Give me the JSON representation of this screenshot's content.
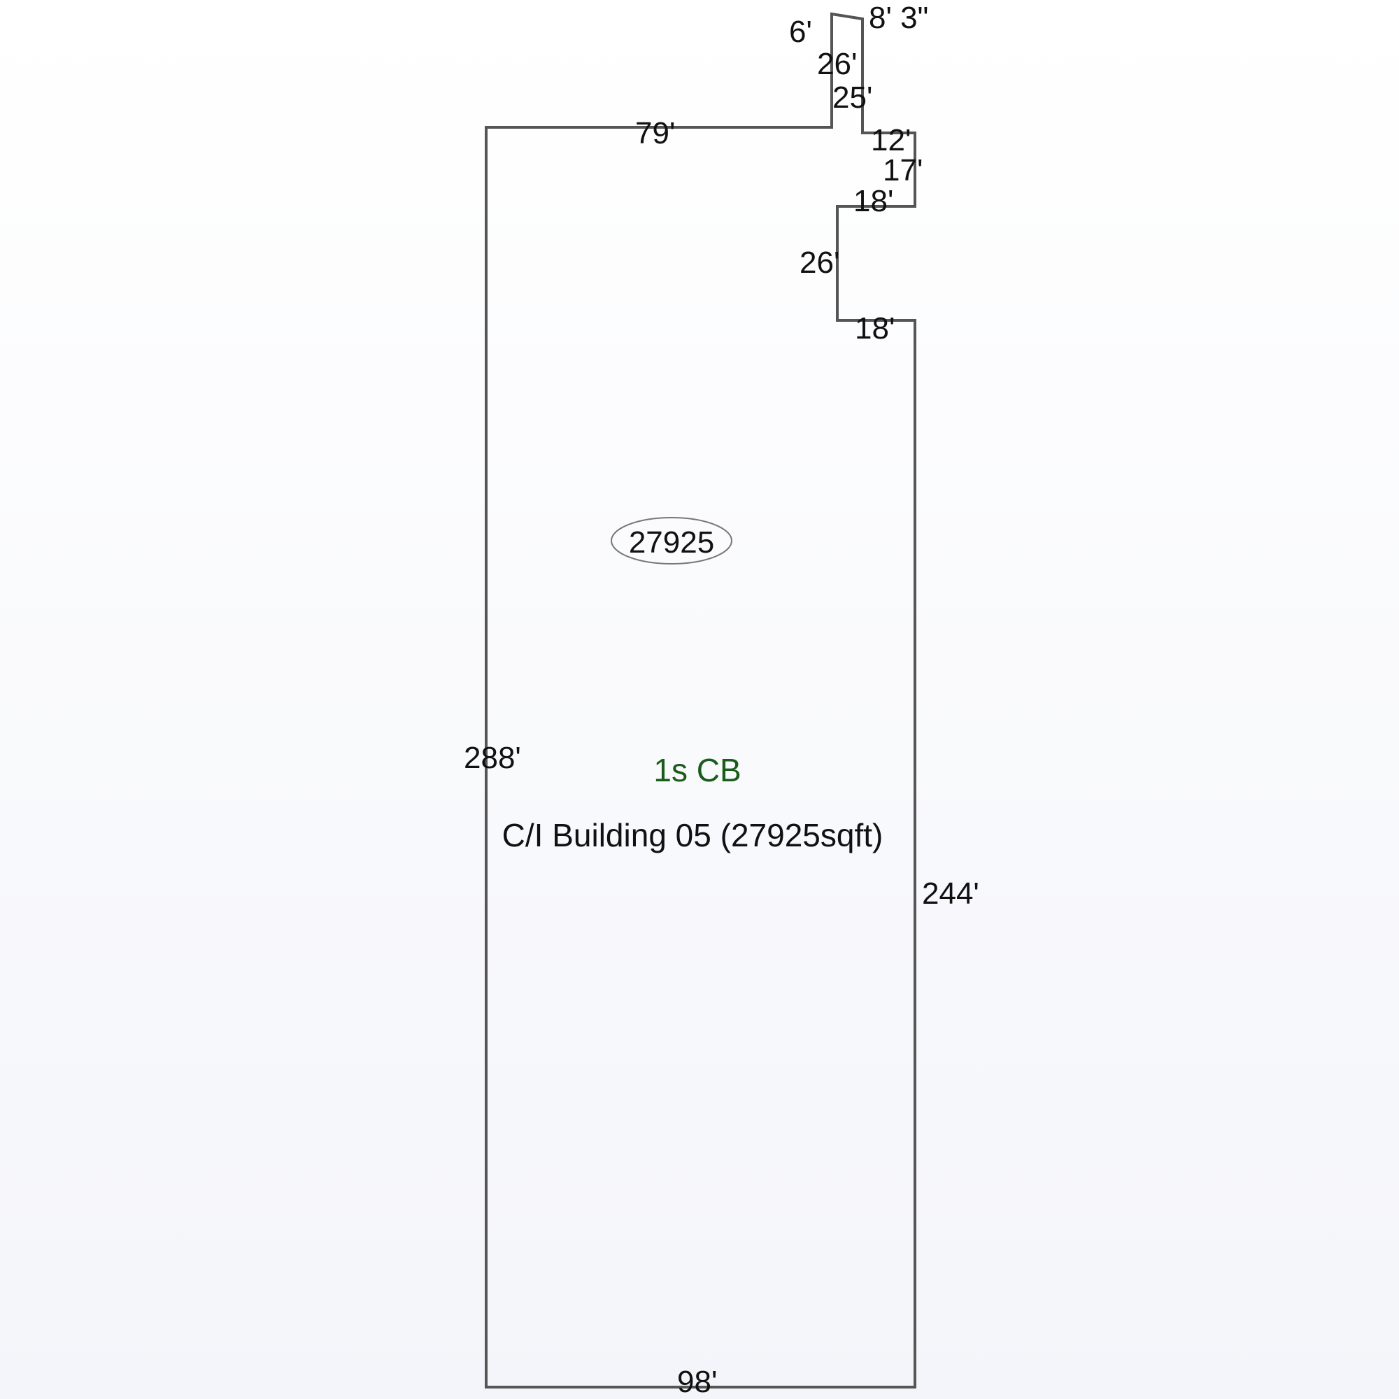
{
  "sketch": {
    "dimensions": {
      "top_notch_a": "8' 3\"",
      "top_notch_b": "6'",
      "notch_left": "26'",
      "notch_right": "25'",
      "top": "79'",
      "step_top": "12'",
      "step_right": "17'",
      "step_bottom_a": "18'",
      "recess": "26'",
      "step_bottom_b": "18'",
      "left": "288'",
      "right": "244'",
      "bottom": "98'"
    },
    "area_badge": "27925",
    "code_label": "1s CB",
    "description": "C/I Building 05 (27925sqft)",
    "colors": {
      "outline": "#555555",
      "code": "#1a5c1a",
      "text": "#111111"
    }
  }
}
